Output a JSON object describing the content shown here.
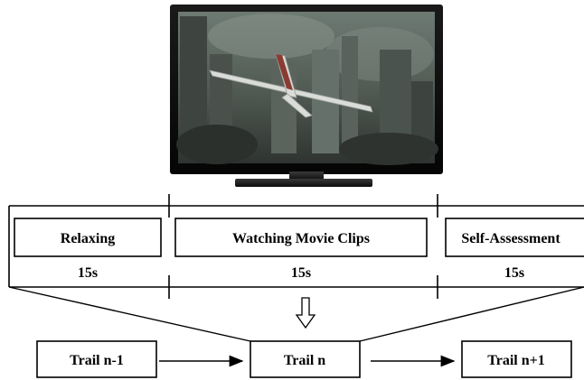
{
  "phases": [
    {
      "label": "Relaxing",
      "duration": "15s"
    },
    {
      "label": "Watching Movie Clips",
      "duration": "15s"
    },
    {
      "label": "Self-Assessment",
      "duration": "15s"
    }
  ],
  "trials": [
    {
      "label": "Trail n-1"
    },
    {
      "label": "Trail n"
    },
    {
      "label": "Trail n+1"
    }
  ],
  "icons": {
    "tv": "television-icon",
    "arrow": "down-arrow-icon"
  }
}
